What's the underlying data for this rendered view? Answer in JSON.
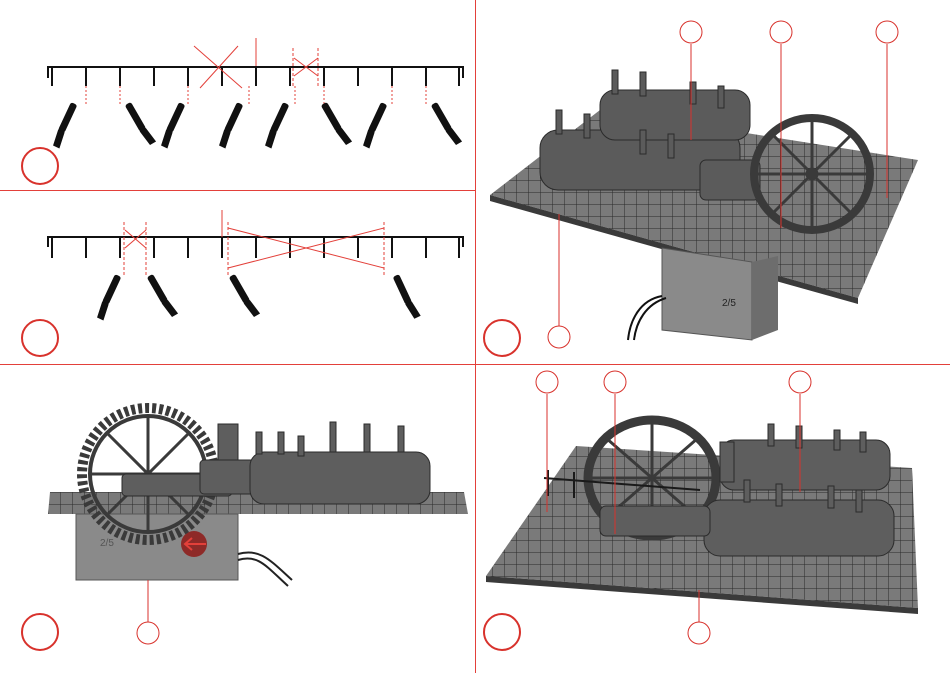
{
  "page": {
    "title": "",
    "accent_color": "#d8322c",
    "line_color": "#e3403a",
    "ink_color": "#111111",
    "model_color": "#6a6a6a"
  },
  "panels": [
    {
      "id": "rail-cut-a",
      "kind": "railing-cutting-diagram",
      "step_label": ""
    },
    {
      "id": "rail-cut-b",
      "kind": "railing-cutting-diagram",
      "step_label": ""
    },
    {
      "id": "engine-top-view",
      "kind": "model-photo",
      "step_label": ""
    },
    {
      "id": "engine-side-view",
      "kind": "model-photo",
      "step_label": "",
      "box_marking": "2/5"
    },
    {
      "id": "engine-back-view",
      "kind": "model-photo",
      "step_label": "",
      "box_marking": "2/5"
    }
  ],
  "markings": {
    "box_label": "2/5"
  }
}
